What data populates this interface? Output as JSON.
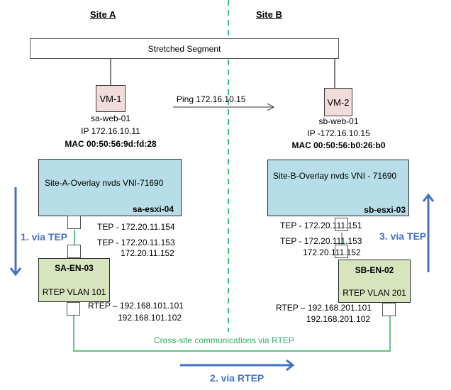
{
  "sites": {
    "a_label": "Site A",
    "b_label": "Site B"
  },
  "segment": {
    "label": "Stretched Segment"
  },
  "ping": {
    "label": "Ping 172.16.10.15"
  },
  "vm1": {
    "label": "VM-1",
    "name": "sa-web-01",
    "ip": "IP 172.16.10.11",
    "mac": "MAC 00:50:56:9d:fd:28"
  },
  "vm2": {
    "label": "VM-2",
    "name": "sb-web-01",
    "ip": "IP -172.16.10.15",
    "mac": "MAC 00:50:56:b0:26:b0"
  },
  "host_a": {
    "overlay": "Site-A-Overlay nvds  VNI-71690",
    "host": "sa-esxi-04",
    "tep": "TEP - 172.20.11.154"
  },
  "host_b": {
    "overlay": "Site-B-Overlay nvds   VNI - 71690",
    "host": "sb-esxi-03",
    "tep": "TEP - 172.20.111.151"
  },
  "edge_a": {
    "name": "SA-EN-03",
    "vlan": "RTEP VLAN 101",
    "tep_1": "TEP - 172.20.11.153",
    "tep_2": "172.20.11.152",
    "rtep_1": "RTEP – 192.168.101.101",
    "rtep_2": "192.168.101.102"
  },
  "edge_b": {
    "name": "SB-EN-02",
    "vlan": "RTEP VLAN 201",
    "tep_1": "TEP - 172.20.111.153",
    "tep_2": "172.20.111.152",
    "rtep_1": "RTEP – 192.168.201.101",
    "rtep_2": "192.168.201.102"
  },
  "cross_site": {
    "label": "Cross-site communications via RTEP"
  },
  "flow": {
    "step1": "1. via TEP",
    "step2": "2. via RTEP",
    "step3": "3. via TEP"
  },
  "colors": {
    "flow_arrow": "#4472c4",
    "link_green": "#2fb163",
    "divider": "#3cc47c",
    "overlay_fill": "#b7dde8",
    "edge_fill": "#d7e4bd",
    "vm_fill": "#f2dcdb"
  }
}
